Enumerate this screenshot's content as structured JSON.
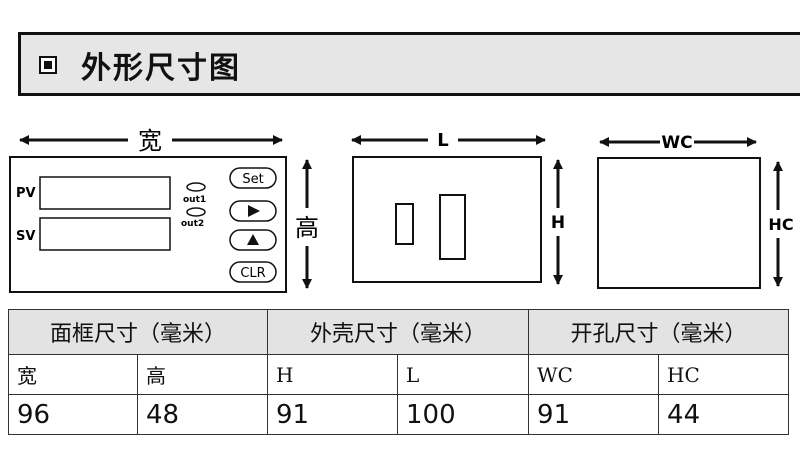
{
  "header": {
    "title": "外形尺寸图"
  },
  "diagram": {
    "front_width_label": "宽",
    "front_height_label": "高",
    "pv_label": "PV",
    "sv_label": "SV",
    "out1_label": "out1",
    "out2_label": "out2",
    "set_button": "Set",
    "clr_button": "CLR",
    "side_width_label": "L",
    "side_height_label": "H",
    "cutout_width_label": "WC",
    "cutout_height_label": "HC"
  },
  "table": {
    "groups": [
      "面框尺寸（毫米）",
      "外壳尺寸（毫米）",
      "开孔尺寸（毫米）"
    ],
    "labels": [
      "宽",
      "高",
      "H",
      "L",
      "WC",
      "HC"
    ],
    "values": [
      "96",
      "48",
      "91",
      "100",
      "91",
      "44"
    ]
  }
}
